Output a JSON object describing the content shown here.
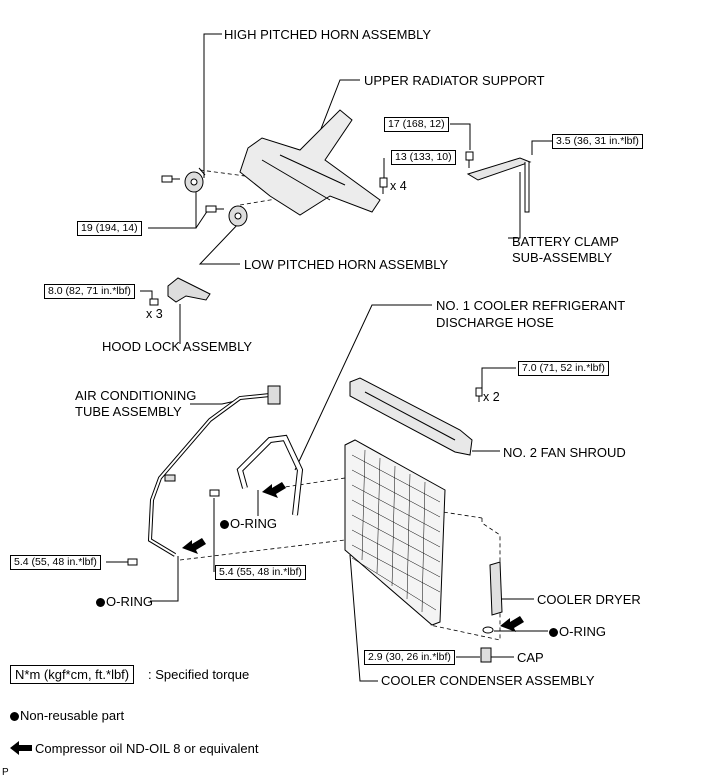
{
  "labels": {
    "high_horn": "HIGH PITCHED HORN ASSEMBLY",
    "upper_support": "UPPER RADIATOR SUPPORT",
    "battery_clamp_1": "BATTERY CLAMP",
    "battery_clamp_2": "SUB-ASSEMBLY",
    "low_horn": "LOW PITCHED HORN ASSEMBLY",
    "hood_lock": "HOOD LOCK ASSEMBLY",
    "discharge_hose_1": "NO. 1 COOLER REFRIGERANT",
    "discharge_hose_2": "DISCHARGE HOSE",
    "ac_tube_1": "AIR CONDITIONING",
    "ac_tube_2": "TUBE ASSEMBLY",
    "fan_shroud": "NO. 2 FAN SHROUD",
    "cooler_dryer": "COOLER DRYER",
    "cap": "CAP",
    "condenser": "COOLER CONDENSER ASSEMBLY",
    "oring": "O-RING"
  },
  "torques": {
    "t17": "17 (168, 12)",
    "t35": "3.5 (36, 31 in.*lbf)",
    "t13": "13 (133, 10)",
    "t19": "19 (194, 14)",
    "t80": "8.0 (82, 71 in.*lbf)",
    "t70": "7.0 (71, 52 in.*lbf)",
    "t54a": "5.4 (55, 48 in.*lbf)",
    "t54b": "5.4 (55, 48 in.*lbf)",
    "t29": "2.9 (30, 26 in.*lbf)"
  },
  "quantities": {
    "q4": "x 4",
    "q3": "x 3",
    "q2": "x 2"
  },
  "legend": {
    "unit_box": "N*m (kgf*cm, ft.*lbf)",
    "unit_text": ": Specified torque",
    "non_reusable": "Non-reusable part",
    "compressor_oil": "Compressor oil ND-OIL 8 or equivalent"
  },
  "corner_mark": "P",
  "icons": [
    "filled-dot-icon",
    "compressor-oil-arrow-icon"
  ]
}
